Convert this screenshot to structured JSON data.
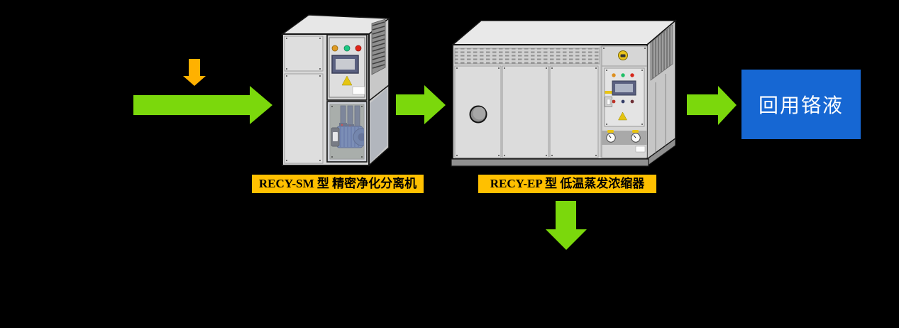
{
  "colors": {
    "background": "#000000",
    "flow_green": "#7BD80C",
    "input_orange": "#FFB100",
    "caption_bg": "#FFC000",
    "caption_text": "#000000",
    "output_bg": "#1667D3",
    "output_text": "#FFFFFF"
  },
  "machines": [
    {
      "id": "recy-sm",
      "caption": "RECY-SM 型 精密净化分离机"
    },
    {
      "id": "recy-ep",
      "caption": "RECY-EP 型 低温蒸发浓缩器"
    }
  ],
  "output_box": {
    "label": "回用铬液"
  },
  "icons": {
    "arrows": [
      "orange-down-arrow",
      "green-right-arrow-to-sm",
      "green-right-arrow-sm-to-ep",
      "green-right-arrow-to-output",
      "green-down-arrow-from-ep"
    ],
    "machine_details": [
      "indicator-lights",
      "control-display",
      "warning-triangle-icon",
      "pump",
      "porthole",
      "pressure-gauges",
      "vent-grille",
      "emergency-lamp"
    ]
  }
}
